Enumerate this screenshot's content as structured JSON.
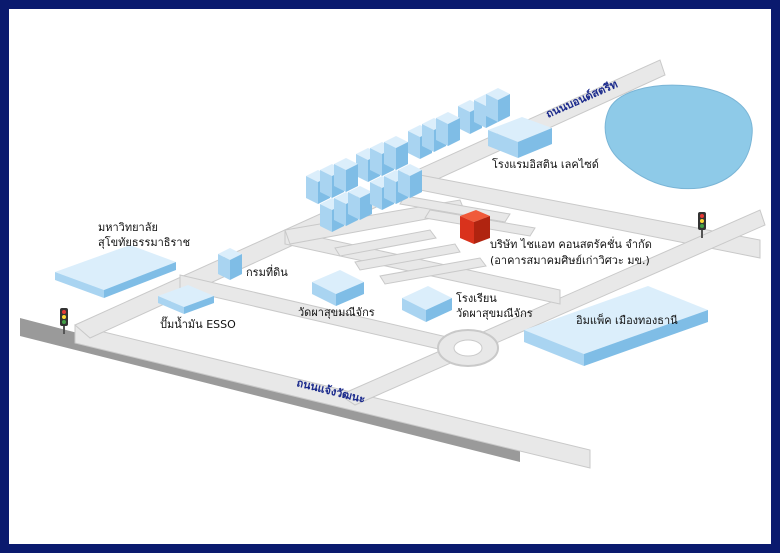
{
  "colors": {
    "frame": "#0a1a6e",
    "road": "#e8e8e8",
    "road_edge": "#c9c9c9",
    "main_road": "#9a9a9a",
    "building_top": "#dbeefb",
    "building_left": "#a9d4f1",
    "building_right": "#7fbde6",
    "lake": "#8ecae8",
    "highlight": "#d9321c"
  },
  "labels": {
    "bond_street": "ถนนบอนด์สตรีท",
    "chaeng_watthana": "ถนนแจ้งวัฒนะ",
    "hotel": "โรงแรมอิสติน เลคไซด์",
    "university_line1": "มหาวิทยาลัย",
    "university_line2": "สุโขทัยธรรมาธิราช",
    "land_dept": "กรมที่ดิน",
    "company_line1": "บริษัท ไชแอท คอนสตรัคชั่น จำกัด",
    "company_line2": "(อาคารสมาคมศิษย์เก่าวิศวะ มข.)",
    "esso": "ปั๊มน้ำมัน ESSO",
    "temple": "วัดผาสุขมณีจักร",
    "school_line1": "โรงเรียน",
    "school_line2": "วัดผาสุขมณีจักร",
    "impact": "อิมแพ็ค เมืองทองธานี"
  },
  "icons": {
    "traffic_light": "traffic-light-icon",
    "roundabout": "roundabout-icon"
  }
}
